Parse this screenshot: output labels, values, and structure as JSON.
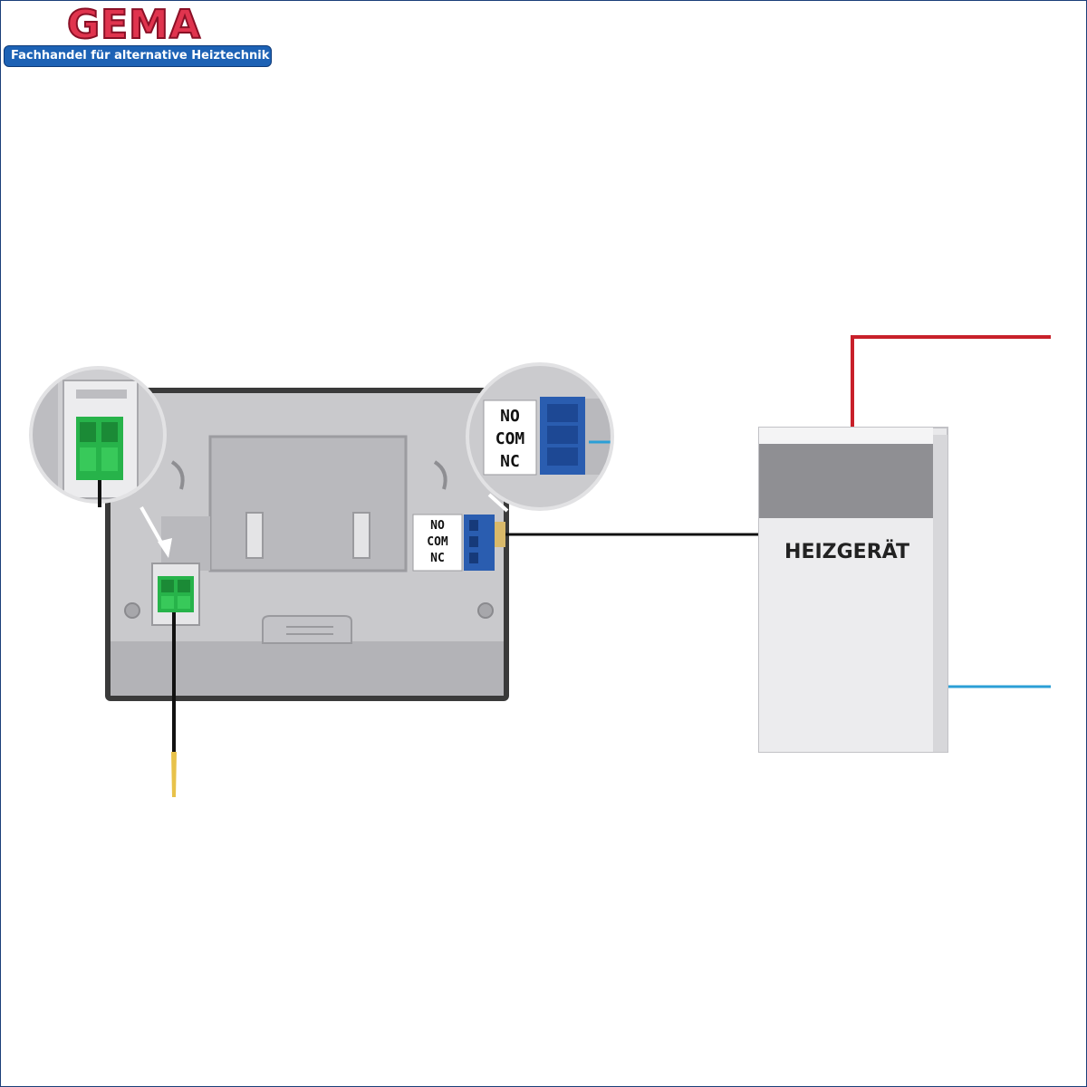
{
  "logo": {
    "brand": "GEMA",
    "tagline": "Fachhandel für alternative Heiztechnik"
  },
  "thermostat": {
    "relay_terminals": [
      "NO",
      "COM",
      "NC"
    ],
    "zoom_terminals": [
      "NO",
      "COM",
      "NC"
    ]
  },
  "heater": {
    "label": "HEIZGERÄT"
  },
  "colors": {
    "logo_red": "#e0344e",
    "logo_blue": "#1d62b5",
    "wire_red": "#c8202a",
    "wire_blue": "#2b9fd6",
    "wire_black": "#111111",
    "terminal_green": "#27b34a",
    "relay_blue": "#2a5db0",
    "probe_yellow": "#e8c24a"
  }
}
